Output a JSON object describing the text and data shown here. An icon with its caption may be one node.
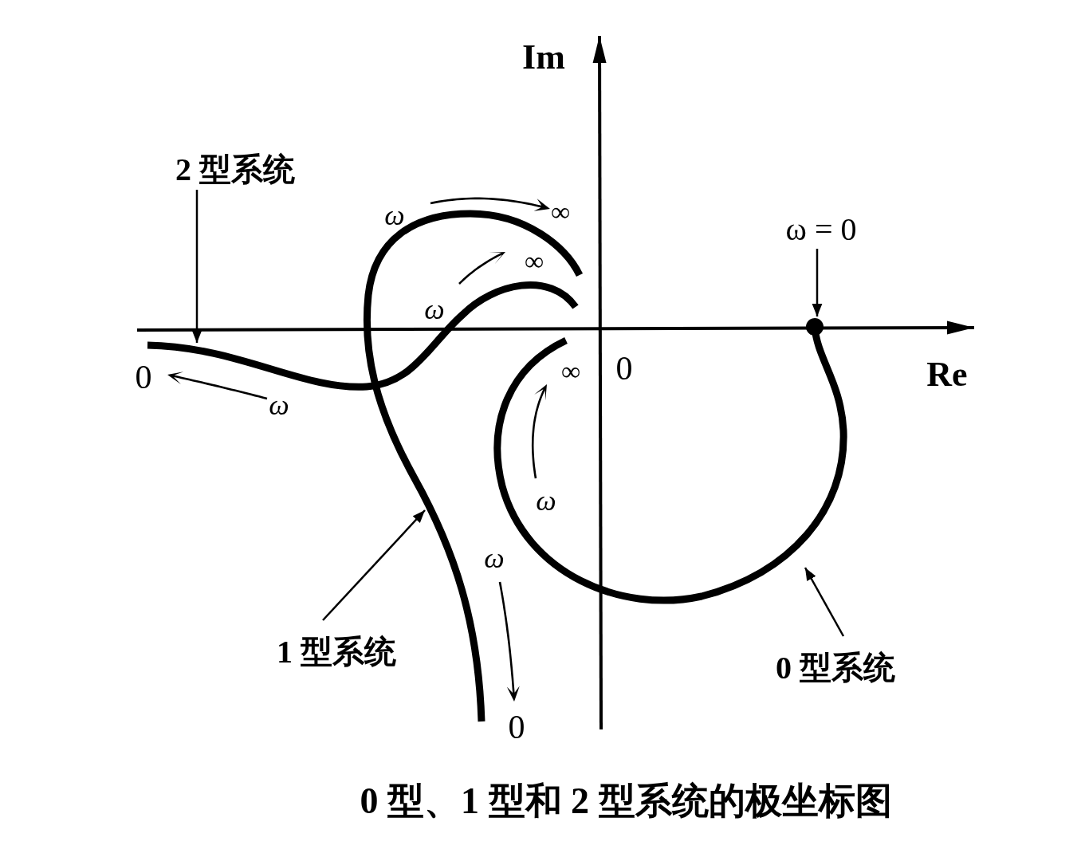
{
  "diagram": {
    "caption": "0 型、1 型和 2 型系统的极坐标图",
    "nodes": [
      {
        "text": [
          "2 型系统"
        ]
      },
      {
        "text": [],
        "shape": "curve"
      },
      {
        "text": [
          "1 型系统"
        ]
      },
      {
        "text": [],
        "shape": "curve"
      },
      {
        "text": [
          "0 型系统"
        ]
      },
      {
        "text": [],
        "shape": "curve"
      },
      {
        "text": [
          "ω = 0"
        ]
      },
      {
        "text": [],
        "shape": "circle"
      }
    ],
    "edges": [
      {
        "from": 0,
        "to": 1,
        "arrow": "to"
      },
      {
        "from": 2,
        "to": 3,
        "arrow": "to"
      },
      {
        "from": 4,
        "to": 5,
        "arrow": "to"
      },
      {
        "from": 6,
        "to": 7,
        "arrow": "to"
      }
    ],
    "labels": [
      "Im",
      "ω",
      "∞",
      "∞",
      "ω",
      "0",
      "∞",
      "0",
      "Re",
      "ω",
      "ω",
      "ω",
      "0"
    ]
  }
}
